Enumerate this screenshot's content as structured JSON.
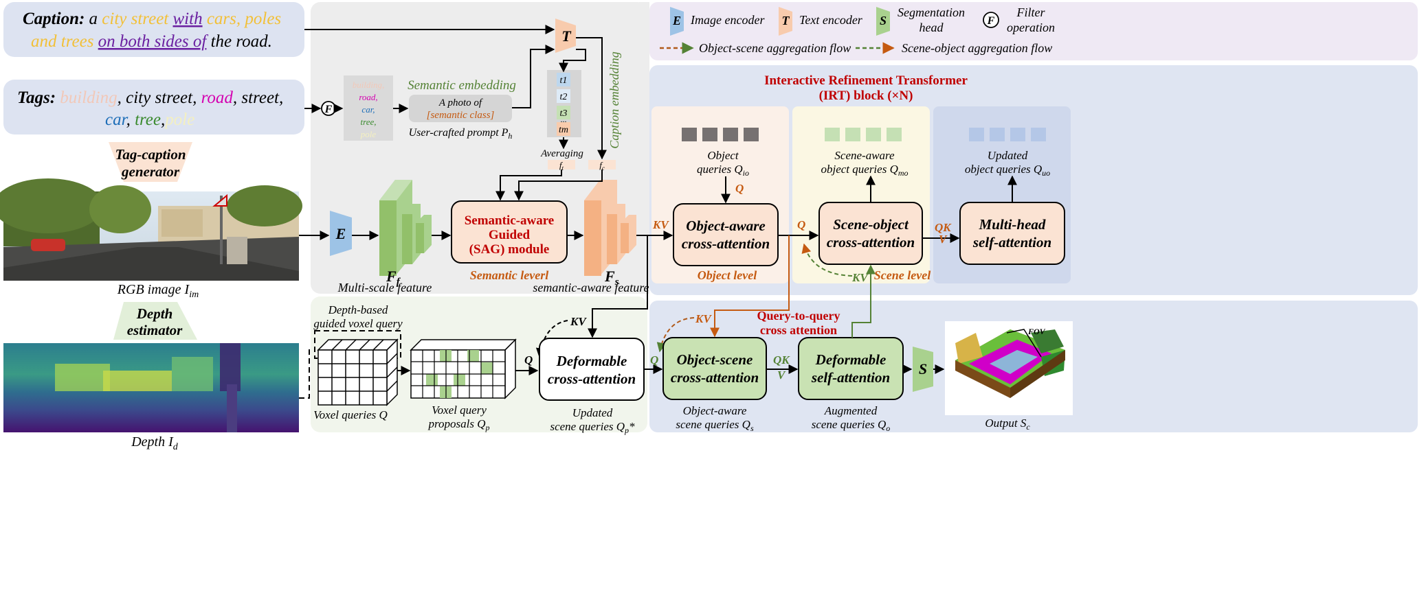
{
  "caption": {
    "label": "Caption:",
    "segments": [
      {
        "text": "a ",
        "color": "#000000",
        "underline": false
      },
      {
        "text": "city street",
        "color": "#f2c038",
        "underline": false
      },
      {
        "text": " ",
        "color": "#000000",
        "underline": false
      },
      {
        "text": "with",
        "color": "#6a1fa0",
        "underline": true
      },
      {
        "text": " ",
        "color": "#000000",
        "underline": false
      },
      {
        "text": "cars, poles",
        "color": "#f2c038",
        "underline": false
      }
    ],
    "segments2": [
      {
        "text": "and trees",
        "color": "#f2c038",
        "underline": false
      },
      {
        "text": " ",
        "color": "#000000",
        "underline": false
      },
      {
        "text": "on both sides of",
        "color": "#6a1fa0",
        "underline": true
      },
      {
        "text": " the road.",
        "color": "#000000",
        "underline": false
      }
    ]
  },
  "tags": {
    "label": "Tags:",
    "line1": [
      {
        "text": "building",
        "color": "#f2c8b8"
      },
      {
        "text": ", city street, ",
        "color": "#000000"
      },
      {
        "text": "road",
        "color": "#d400b0"
      },
      {
        "text": ", street,",
        "color": "#000000"
      }
    ],
    "line2": [
      {
        "text": "car",
        "color": "#1e6eb8"
      },
      {
        "text": ", ",
        "color": "#000000"
      },
      {
        "text": "tree",
        "color": "#3a8a2e"
      },
      {
        "text": ",",
        "color": "#000000"
      },
      {
        "text": "pole",
        "color": "#f4f0c0"
      }
    ]
  },
  "generators": {
    "tag_caption_line1": "Tag-caption",
    "tag_caption_line2": "generator",
    "depth_line1": "Depth",
    "depth_line2": "estimator"
  },
  "images": {
    "rgb_label": "RGB image I",
    "rgb_sub": "im",
    "depth_label": "Depth I",
    "depth_sub": "d"
  },
  "legend": {
    "image_encoder_symbol": "E",
    "image_encoder": "Image encoder",
    "text_encoder_symbol": "T",
    "text_encoder": "Text encoder",
    "seg_head_symbol": "S",
    "seg_head_line1": "Segmentation",
    "seg_head_line2": "head",
    "filter_symbol": "F",
    "filter_line1": "Filter",
    "filter_line2": "operation",
    "flow1": "Object-scene aggregation flow",
    "flow2": "Scene-object aggregation flow"
  },
  "semantic": {
    "tag_list": [
      {
        "text": "building,",
        "color": "#f2c8b8"
      },
      {
        "text": "road,",
        "color": "#d400b0"
      },
      {
        "text": "car,",
        "color": "#1e6eb8"
      },
      {
        "text": "tree,",
        "color": "#3a8a2e"
      },
      {
        "text": "pole",
        "color": "#f4f0c0"
      }
    ],
    "embedding_title": "Semantic embedding",
    "prompt_line1": "A photo of",
    "prompt_line2": "[semantic class]",
    "prompt_caption": "User-crafted prompt P",
    "prompt_sub": "h",
    "tokens": [
      "t1",
      "t2",
      "t3",
      "...",
      "tm"
    ],
    "averaging": "Averaging",
    "ft": "f",
    "ft_sub": "t",
    "fc": "f",
    "fc_sub": "c",
    "caption_embedding": "Caption embedding",
    "filter_symbol": "F",
    "encoder_T": "T",
    "encoder_E": "E"
  },
  "features": {
    "ff_label": "F",
    "ff_sub": "f",
    "ff_caption": "Multi-scale feature",
    "fs_label": "F",
    "fs_sub": "s",
    "fs_caption": "semantic-aware feature"
  },
  "sag": {
    "line1": "Semantic-aware",
    "line2": "Guided",
    "line3": "(SAG) module",
    "level": "Semantic leverl"
  },
  "irt": {
    "title_line1": "Interactive Refinement Transformer",
    "title_line2": "(IRT) block (×N)",
    "object_queries_line1": "Object",
    "object_queries_line2": "queries Q",
    "object_queries_sub": "io",
    "scene_aware_line1": "Scene-aware",
    "scene_aware_line2": "object queries Q",
    "scene_aware_sub": "mo",
    "updated_line1": "Updated",
    "updated_line2": "object queries Q",
    "updated_sub": "uo",
    "oa_line1": "Object-aware",
    "oa_line2": "cross-attention",
    "so_line1": "Scene-object",
    "so_line2": "cross-attention",
    "mh_line1": "Multi-head",
    "mh_line2": "self-attention",
    "object_level": "Object level",
    "scene_level": "Scene level",
    "q_label": "Q",
    "kv_label": "KV",
    "qk_label": "QK",
    "v_label": "V"
  },
  "lower": {
    "depth_voxel_line1": "Depth-based",
    "depth_voxel_line2": "guided voxel query",
    "voxel_queries": "Voxel queries Q",
    "proposals_line1": "Voxel query",
    "proposals_line2": "proposals Q",
    "proposals_sub": "p",
    "deform_ca_line1": "Deformable",
    "deform_ca_line2": "cross-attention",
    "updated_scene_line1": "Updated",
    "updated_scene_line2": "scene queries Q",
    "updated_scene_sub": "p",
    "updated_scene_star": "*",
    "q2q_line1": "Query-to-query",
    "q2q_line2": "cross attention",
    "os_line1": "Object-scene",
    "os_line2": "cross-attention",
    "ds_line1": "Deformable",
    "ds_line2": "self-attention",
    "oa_scene_line1": "Object-aware",
    "oa_scene_line2": "scene queries Q",
    "oa_scene_sub": "s",
    "aug_line1": "Augmented",
    "aug_line2": "scene queries Q",
    "aug_sub": "o",
    "seg_symbol": "S",
    "output_label": "Output S",
    "output_sub": "c",
    "fov": "FOV",
    "kv_label": "KV",
    "q_label": "Q",
    "qk_label": "QK",
    "v_label": "V"
  },
  "colors": {
    "orange_text": "#c55a11",
    "red_text": "#c00000",
    "green_text": "#548235",
    "peach_fill": "#fbe3d3",
    "green_fill": "#c9e2b3",
    "dashed_brown": "#b05a1a",
    "dashed_green": "#548235"
  }
}
